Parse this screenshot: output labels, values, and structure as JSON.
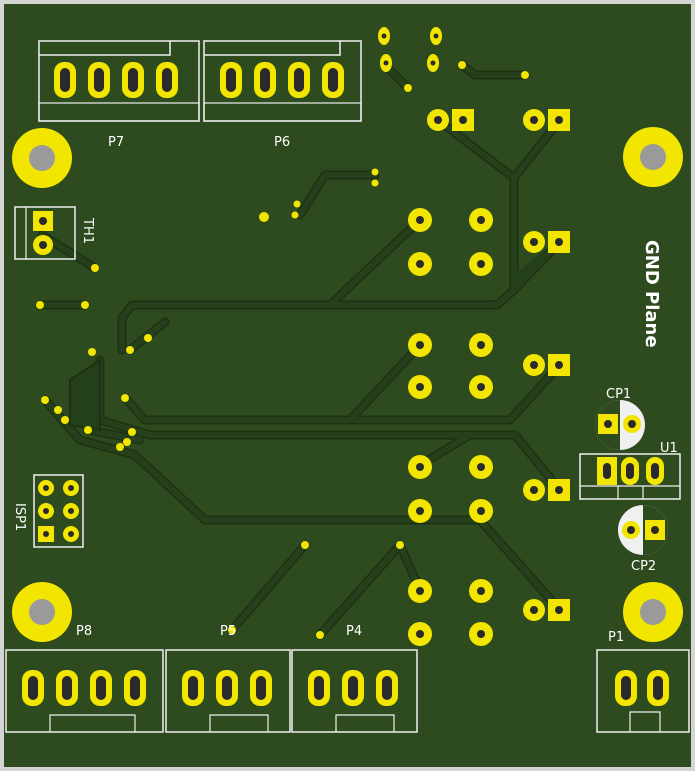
{
  "board": {
    "silkscreen_text": "GND Plane",
    "colors": {
      "edge": "#d9d9d9",
      "substrate": "#2d4a1e",
      "trace": "#233c16",
      "trace_gap": "#1a2e10",
      "pad": "#f2e600",
      "silk": "#f0f0f0",
      "drill": "#2a2a2a"
    }
  },
  "references": {
    "P7": "P7",
    "P6": "P6",
    "TH1": "TH1",
    "CP1": "CP1",
    "U1": "U1",
    "ISP1": "ISP1",
    "CP2": "CP2",
    "P8": "P8",
    "P5": "P5",
    "P4": "P4",
    "P1": "P1"
  }
}
